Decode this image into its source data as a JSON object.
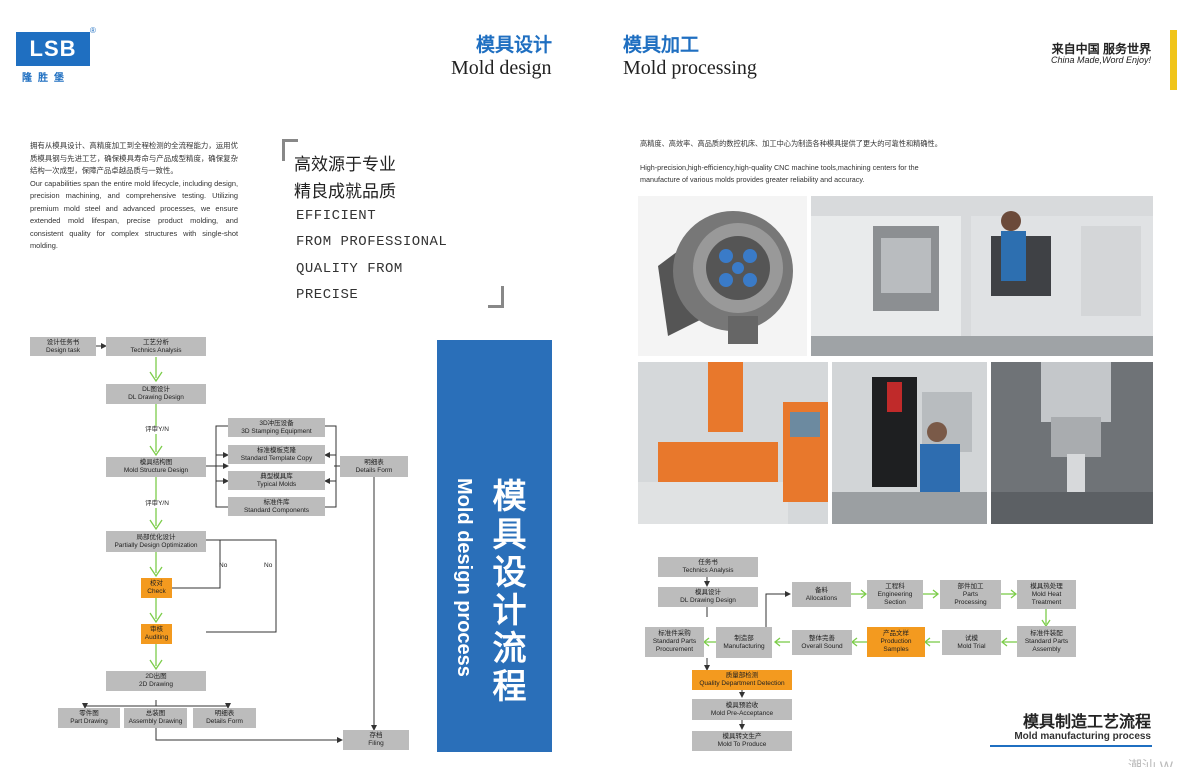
{
  "header": {
    "logo_text": "LSB",
    "logo_reg": "®",
    "logo_cn": "隆胜堡",
    "mold_design_cn": "模具设计",
    "mold_design_en": "Mold design",
    "mold_processing_cn": "模具加工",
    "mold_processing_en": "Mold processing",
    "slogan_cn": "来自中国 服务世界",
    "slogan_en": "China Made,Word Enjoy!",
    "accent_color": "#1f6fc1",
    "bar_color": "#f0c419"
  },
  "intro": {
    "cn": "拥有从模具设计、高精度加工到全程检测的全流程能力，运用优质模具钢与先进工艺，确保模具寿命与产品成型精度，确保复杂结构一次成型，保障产品卓越品质与一致性。",
    "en": "Our capabilities span the entire mold lifecycle, including design, precision machining, and comprehensive testing. Utilizing premium mold steel and advanced processes, we ensure extended mold lifespan, precise product molding, and consistent quality for complex structures with single-shot molding."
  },
  "quote": {
    "cn1": "高效源于专业",
    "cn2": "精良成就品质",
    "en1": "EFFICIENT",
    "en2": "FROM PROFESSIONAL",
    "en3": "QUALITY FROM",
    "en4": "PRECISE"
  },
  "design_flow": {
    "design_task": [
      "设计任务书",
      "Design task"
    ],
    "technics": [
      "工艺分析",
      "Technics Analysis"
    ],
    "dl": [
      "DL图设计",
      "DL Drawing Design"
    ],
    "review1": "评审Y/N",
    "stamping": [
      "3D冲压设备",
      "3D Stamping Equipment"
    ],
    "template": [
      "标准模板克隆",
      "Standard Template Copy"
    ],
    "typical": [
      "典型模具库",
      "Typical Molds"
    ],
    "components": [
      "标准件库",
      "Standard Components"
    ],
    "structure": [
      "模具结构图",
      "Mold Structure Design"
    ],
    "details_right": [
      "明细表",
      "Details Form"
    ],
    "review2": "评审Y/N",
    "partial": [
      "局部优化设计",
      "Partially Design Optimization"
    ],
    "no1": "No",
    "no2": "No",
    "check": [
      "校对",
      "Check"
    ],
    "audit": [
      "审核",
      "Auditing"
    ],
    "d2": [
      "2D出图",
      "2D Drawing"
    ],
    "part": [
      "零件图",
      "Part Drawing"
    ],
    "assembly": [
      "总装图",
      "Assembly Drawing"
    ],
    "details_bottom": [
      "明细表",
      "Details Form"
    ],
    "filing": [
      "存档",
      "Filing"
    ]
  },
  "banner": {
    "cn": "模具设计流程",
    "en": "Mold design process",
    "color": "#2a6fb9"
  },
  "right_text": {
    "cn": "高精度、高效率、高品质的数控机床、加工中心为制造各种模具提供了更大的可靠性和精确性。",
    "en1": "High-precision,high-efficiency,high-quality CNC machine tools,machining centers for the",
    "en2": "manufacture of various molds provides greater reliability and accuracy."
  },
  "mfg_flow": {
    "task": [
      "任务书",
      "Technics Analysis"
    ],
    "dl": [
      "模具设计",
      "DL Drawing Design"
    ],
    "procure": [
      "标准件采购",
      "Standard Parts",
      "Procurement"
    ],
    "mfg": [
      "制造部",
      "Manufacturing"
    ],
    "qc": [
      "质量部检测",
      "Quality Department Detection"
    ],
    "pre": [
      "模具预验收",
      "Mold Pre-Acceptance"
    ],
    "produce": [
      "模具转文生产",
      "Mold To Produce"
    ],
    "alloc": [
      "备料",
      "Allocations"
    ],
    "eng": [
      "工程科",
      "Engineering",
      "Section"
    ],
    "parts": [
      "部件加工",
      "Parts",
      "Processing"
    ],
    "heat": [
      "模具热处理",
      "Mold Heat",
      "Treatment"
    ],
    "overall": [
      "整体完善",
      "Overall Sound"
    ],
    "samples": [
      "产品文样",
      "Production",
      "Samples"
    ],
    "trial": [
      "试模",
      "Mold Trial"
    ],
    "assembly": [
      "标准件装配",
      "Standard Parts",
      "Assembly"
    ]
  },
  "process_title": {
    "cn": "模具制造工艺流程",
    "en": "Mold manufacturing process"
  },
  "watermark": "潮汕 W"
}
